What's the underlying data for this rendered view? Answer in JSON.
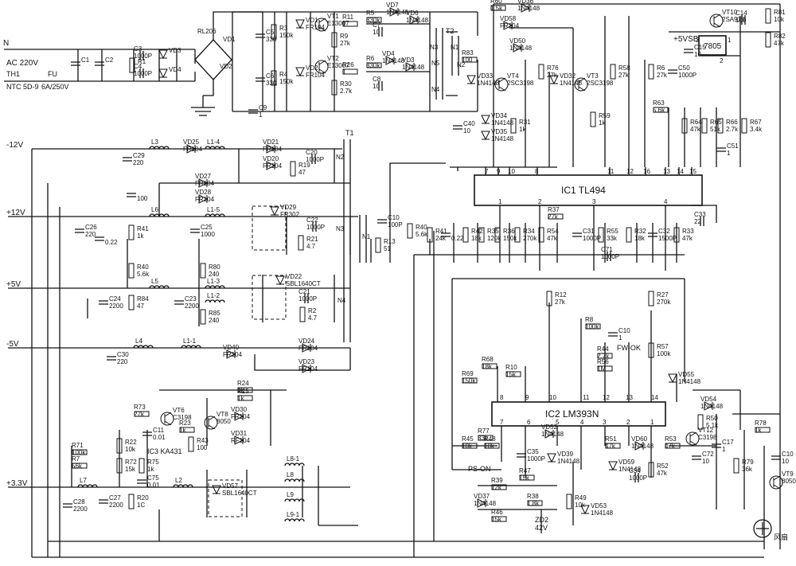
{
  "rails": {
    "n": "N",
    "ac": "AC 220V",
    "m12": "-12V",
    "p12": "+12V",
    "p5": "+5V",
    "m5": "-5V",
    "p33": "+3.3V",
    "p5vsb": "+5VSB"
  },
  "ics": {
    "ic1": "IC1 TL494",
    "ic2": "IC2 LM393N",
    "ic1_pins_top": [
      "7",
      "9",
      "10",
      "8",
      "11",
      "12",
      "16",
      "13",
      "14",
      "15"
    ],
    "ic1_pins_bot": [
      "1",
      "2",
      "3",
      "4"
    ],
    "ic2_pins_top": [
      "8",
      "9",
      "10",
      "11",
      "12",
      "13",
      "14"
    ],
    "ic2_pins_bot": [
      "7",
      "6",
      "5",
      "4",
      "3",
      "2",
      "1"
    ],
    "reg": "7805",
    "reg_pins": [
      "3",
      "1",
      "2"
    ],
    "ic3": "IC3 KA431"
  },
  "transformers": [
    "T1",
    "T2"
  ],
  "windings": {
    "t2": [
      "N3",
      "N5",
      "N1",
      "N2",
      "N4"
    ],
    "t1": [
      "N2",
      "N3",
      "N4",
      "N1"
    ]
  },
  "labels": {
    "th1": "TH1",
    "ntc": "NTC 5D-9",
    "fu": "FU",
    "fu_rating": "6A/250V",
    "fw_ok": "FW-OK",
    "ps_on": "PS-ON",
    "fan": "风扇",
    "zd2": "ZD2",
    "zd2_v": "42V"
  },
  "components": [
    {
      "id": "c1",
      "name": "C1"
    },
    {
      "id": "c2",
      "name": "C2"
    },
    {
      "id": "c3",
      "name": "C3",
      "value": "1000P"
    },
    {
      "id": "c4",
      "name": "C4",
      "value": "1000P"
    },
    {
      "id": "r1",
      "name": "R1"
    },
    {
      "id": "vd3",
      "name": "VD3"
    },
    {
      "id": "vd4",
      "name": "VD4"
    },
    {
      "id": "rl206",
      "name": "RL206"
    },
    {
      "id": "vd1br",
      "name": "VD1"
    },
    {
      "id": "vd2br",
      "name": "VD2"
    },
    {
      "id": "c5",
      "name": "C5",
      "value": "330"
    },
    {
      "id": "c6",
      "name": "C6",
      "value": "330"
    },
    {
      "id": "r3",
      "name": "R3",
      "value": "150k"
    },
    {
      "id": "r4",
      "name": "R4",
      "value": "150k"
    },
    {
      "id": "c9",
      "name": "C9",
      "value": "1"
    },
    {
      "id": "vd1",
      "name": "VD1",
      "value": "FR104"
    },
    {
      "id": "vd2",
      "name": "VD2",
      "value": "FR104"
    },
    {
      "id": "vt1",
      "name": "VT1",
      "value": "E13007"
    },
    {
      "id": "vt2",
      "name": "VT2",
      "value": "E13007"
    },
    {
      "id": "r9",
      "name": "R9",
      "value": "27k"
    },
    {
      "id": "r30",
      "name": "R30",
      "value": "2.7k"
    },
    {
      "id": "r11",
      "name": "R11",
      "value": "1"
    },
    {
      "id": "r26",
      "name": "R26",
      "value": "1"
    },
    {
      "id": "r5",
      "name": "R5",
      "value": "330k"
    },
    {
      "id": "r6",
      "name": "R6",
      "value": "330k"
    },
    {
      "id": "c7",
      "name": "C7",
      "value": "10"
    },
    {
      "id": "c8",
      "name": "C8",
      "value": "10"
    },
    {
      "id": "vd7",
      "name": "VD7",
      "value": "1N4148"
    },
    {
      "id": "vd6",
      "name": "VD6",
      "value": "1N4148"
    },
    {
      "id": "vd4b",
      "name": "VD4",
      "value": "1N4148"
    },
    {
      "id": "vd3b",
      "name": "VD3",
      "value": "1N4148"
    },
    {
      "id": "r83",
      "name": "R83",
      "value": "100"
    },
    {
      "id": "r60",
      "name": "R60",
      "value": "1.5k"
    },
    {
      "id": "vd36",
      "name": "VD36",
      "value": "1N4148"
    },
    {
      "id": "vd58",
      "name": "VD58",
      "value": "FR104"
    },
    {
      "id": "vd50",
      "name": "VD50",
      "value": "1N4148"
    },
    {
      "id": "vt4",
      "name": "VT4",
      "value": "2SC3198"
    },
    {
      "id": "vt3",
      "name": "VT3",
      "value": "2SC3198"
    },
    {
      "id": "vd33",
      "name": "VD33",
      "value": "1N4148"
    },
    {
      "id": "vd32",
      "name": "VD32",
      "value": "1N4148"
    },
    {
      "id": "r76",
      "name": "R76",
      "value": "27k"
    },
    {
      "id": "r58",
      "name": "R58",
      "value": "27k"
    },
    {
      "id": "r6b",
      "name": "R6",
      "value": "27k"
    },
    {
      "id": "c50",
      "name": "C50",
      "value": "1000P"
    },
    {
      "id": "vd34",
      "name": "VD34",
      "value": "1N4148"
    },
    {
      "id": "vd35",
      "name": "VD35",
      "value": "1N4148"
    },
    {
      "id": "r31",
      "name": "R31",
      "value": "1k"
    },
    {
      "id": "r59",
      "name": "R59",
      "value": "1k"
    },
    {
      "id": "c40",
      "name": "C40",
      "value": "10"
    },
    {
      "id": "vt10",
      "name": "VT10",
      "value": "2SA918"
    },
    {
      "id": "c14",
      "name": "C14",
      "value": "100"
    },
    {
      "id": "r81",
      "name": "R81",
      "value": "10k"
    },
    {
      "id": "r82",
      "name": "R82",
      "value": "47k"
    },
    {
      "id": "c15",
      "name": "C15",
      "value": "10"
    },
    {
      "id": "r63",
      "name": "R63",
      "value": "5.6k"
    },
    {
      "id": "r64",
      "name": "R64",
      "value": "47k"
    },
    {
      "id": "r65",
      "name": "R65",
      "value": "51k"
    },
    {
      "id": "r66",
      "name": "R66",
      "value": "2.7k"
    },
    {
      "id": "r67",
      "name": "R67",
      "value": "3.4k"
    },
    {
      "id": "c51",
      "name": "C51",
      "value": "1"
    },
    {
      "id": "l3",
      "name": "L3"
    },
    {
      "id": "vd25",
      "name": "VD25",
      "value": "FR104"
    },
    {
      "id": "l14",
      "name": "L1-4"
    },
    {
      "id": "vd21",
      "name": "VD21",
      "value": "FR104"
    },
    {
      "id": "vd20",
      "name": "VD20",
      "value": "FR104"
    },
    {
      "id": "c20",
      "name": "C20",
      "value": "1000P"
    },
    {
      "id": "r19",
      "name": "R19",
      "value": "47"
    },
    {
      "id": "c29",
      "name": "C29",
      "value": "220"
    },
    {
      "id": "vd27",
      "name": "VD27",
      "value": "FR104"
    },
    {
      "id": "vd28",
      "name": "VD28",
      "value": "FR104"
    },
    {
      "id": "c100",
      "name": "",
      "value": "100"
    },
    {
      "id": "vd29",
      "name": "VD29",
      "value": "FR302"
    },
    {
      "id": "l6",
      "name": "L6"
    },
    {
      "id": "l15",
      "name": "L1-5"
    },
    {
      "id": "c26",
      "name": "C26",
      "value": "220"
    },
    {
      "id": "r41",
      "name": "R41",
      "value": "1k"
    },
    {
      "id": "c022",
      "name": "",
      "value": "0.22"
    },
    {
      "id": "c25",
      "name": "C25",
      "value": "1000"
    },
    {
      "id": "c22",
      "name": "C22",
      "value": "1000P"
    },
    {
      "id": "r21",
      "name": "R21",
      "value": "4.7"
    },
    {
      "id": "r40",
      "name": "R40",
      "value": "5.6k"
    },
    {
      "id": "r84",
      "name": "R84",
      "value": "47"
    },
    {
      "id": "r80",
      "name": "R80",
      "value": "240"
    },
    {
      "id": "r85",
      "name": "R85",
      "value": "240"
    },
    {
      "id": "l5",
      "name": "L5"
    },
    {
      "id": "l13",
      "name": "L1-3"
    },
    {
      "id": "l12",
      "name": "L1-2"
    },
    {
      "id": "c24",
      "name": "C24",
      "value": "2200"
    },
    {
      "id": "c23",
      "name": "C23",
      "value": "2200"
    },
    {
      "id": "vd22",
      "name": "VD22",
      "value": "SBL1640CT"
    },
    {
      "id": "c21",
      "name": "C21",
      "value": "1000P"
    },
    {
      "id": "r2",
      "name": "R2",
      "value": "4.7"
    },
    {
      "id": "l4",
      "name": "L4"
    },
    {
      "id": "l11",
      "name": "L1-1"
    },
    {
      "id": "c30",
      "name": "C30",
      "value": "220"
    },
    {
      "id": "vd40",
      "name": "VD40",
      "value": "FR104"
    },
    {
      "id": "vd24",
      "name": "VD24",
      "value": "FR104"
    },
    {
      "id": "vd23",
      "name": "VD23",
      "value": "FR104"
    },
    {
      "id": "c10",
      "name": "C10",
      "value": "100P"
    },
    {
      "id": "r13",
      "name": "R13",
      "value": "51"
    },
    {
      "id": "r24",
      "name": "R24",
      "value": "1k"
    },
    {
      "id": "r25",
      "name": "R25",
      "value": "1k"
    },
    {
      "id": "r73",
      "name": "R73",
      "value": "27k"
    },
    {
      "id": "vt6",
      "name": "VT6",
      "value": "C3198"
    },
    {
      "id": "vt8",
      "name": "VT8",
      "value": "8050"
    },
    {
      "id": "vd30",
      "name": "VD30",
      "value": "FR104"
    },
    {
      "id": "vd31",
      "name": "VD31",
      "value": "RF104"
    },
    {
      "id": "c11",
      "name": "C11",
      "value": "0.01"
    },
    {
      "id": "r23",
      "name": "R23",
      "value": "1k"
    },
    {
      "id": "r43",
      "name": "R43",
      "value": "100"
    },
    {
      "id": "r22",
      "name": "R22",
      "value": "10k"
    },
    {
      "id": "r72",
      "name": "R72",
      "value": "15k"
    },
    {
      "id": "r75",
      "name": "R75",
      "value": "1k"
    },
    {
      "id": "c75",
      "name": "C75",
      "value": "0.01"
    },
    {
      "id": "r71",
      "name": "R71",
      "value": "100k"
    },
    {
      "id": "r7x",
      "name": "R7",
      "value": "56k"
    },
    {
      "id": "l7",
      "name": "L7"
    },
    {
      "id": "l2",
      "name": "L2"
    },
    {
      "id": "c28",
      "name": "C28",
      "value": "2200"
    },
    {
      "id": "c27",
      "name": "C27",
      "value": "2200"
    },
    {
      "id": "r20",
      "name": "R20",
      "value": "1C"
    },
    {
      "id": "vd57",
      "name": "VD57",
      "value": "SBL1640CT"
    },
    {
      "id": "l81",
      "name": "L8-1"
    },
    {
      "id": "l8",
      "name": "L8"
    },
    {
      "id": "l9",
      "name": "L9"
    },
    {
      "id": "l91",
      "name": "L9-1"
    },
    {
      "id": "r40b",
      "name": "R40",
      "value": "5.6k"
    },
    {
      "id": "r41b",
      "name": "R41",
      "value": "24k"
    },
    {
      "id": "c022b",
      "name": "",
      "value": "0.22"
    },
    {
      "id": "r42",
      "name": "R42",
      "value": "18k"
    },
    {
      "id": "r35",
      "name": "R35",
      "value": "120k"
    },
    {
      "id": "r36",
      "name": "R36",
      "value": "150k"
    },
    {
      "id": "r34",
      "name": "R34",
      "value": "270k"
    },
    {
      "id": "r37",
      "name": "R37",
      "value": "27k"
    },
    {
      "id": "r54",
      "name": "R54",
      "value": "47k"
    },
    {
      "id": "c31",
      "name": "C31",
      "value": "1000P"
    },
    {
      "id": "r55",
      "name": "R55",
      "value": "33k"
    },
    {
      "id": "r32",
      "name": "R32",
      "value": "18k"
    },
    {
      "id": "c32",
      "name": "C32",
      "value": "1500P"
    },
    {
      "id": "r33",
      "name": "R33",
      "value": "47k"
    },
    {
      "id": "c33",
      "name": "C33",
      "value": "22"
    },
    {
      "id": "c71",
      "name": "C71",
      "value": "1000P"
    },
    {
      "id": "r12",
      "name": "R12",
      "value": "27k"
    },
    {
      "id": "r27",
      "name": "R27",
      "value": "270k"
    },
    {
      "id": "r8",
      "name": "R8",
      "value": "100k"
    },
    {
      "id": "c10b",
      "name": "C10",
      "value": "1"
    },
    {
      "id": "r44",
      "name": "R44",
      "value": "2.7k"
    },
    {
      "id": "r56",
      "name": "R56",
      "value": "1M"
    },
    {
      "id": "r57",
      "name": "R57",
      "value": "100k"
    },
    {
      "id": "vd55",
      "name": "VD55",
      "value": "1N4148"
    },
    {
      "id": "r68",
      "name": "R68",
      "value": "18k"
    },
    {
      "id": "r69",
      "name": "R69",
      "value": "150k"
    },
    {
      "id": "r10",
      "name": "R10",
      "value": "15k"
    },
    {
      "id": "r77",
      "name": "R77",
      "value": "33k"
    },
    {
      "id": "r45",
      "name": "R45",
      "value": "10k"
    },
    {
      "id": "r48",
      "name": "R48",
      "value": "10k"
    },
    {
      "id": "vd52",
      "name": "VD52",
      "value": "1N4148"
    },
    {
      "id": "c35",
      "name": "C35",
      "value": "1000P"
    },
    {
      "id": "r47",
      "name": "R47",
      "value": "15k"
    },
    {
      "id": "vd39",
      "name": "VD39",
      "value": "1N4148"
    },
    {
      "id": "r39",
      "name": "R39",
      "value": "12k"
    },
    {
      "id": "r38",
      "name": "R38",
      "value": "1.8k"
    },
    {
      "id": "r49",
      "name": "R49",
      "value": "10k"
    },
    {
      "id": "vd37",
      "name": "VD37",
      "value": "1N4148"
    },
    {
      "id": "r46",
      "name": "R46",
      "value": "15k"
    },
    {
      "id": "vd53",
      "name": "VD53",
      "value": "1N4148"
    },
    {
      "id": "r51",
      "name": "R51",
      "value": "47k"
    },
    {
      "id": "vd60",
      "name": "VD60",
      "value": "1N4148"
    },
    {
      "id": "vd59",
      "name": "VD59",
      "value": "1N4148"
    },
    {
      "id": "r52",
      "name": "R52",
      "value": "47k"
    },
    {
      "id": "c34",
      "name": "C34",
      "value": "1000P"
    },
    {
      "id": "r53",
      "name": "R53",
      "value": "47k"
    },
    {
      "id": "c72",
      "name": "C72",
      "value": "10"
    },
    {
      "id": "vd54",
      "name": "VD54",
      "value": "1N4148"
    },
    {
      "id": "r50",
      "name": "R50",
      "value": "5.1k"
    },
    {
      "id": "vt12",
      "name": "VT12",
      "value": "C3198"
    },
    {
      "id": "c17",
      "name": "C17",
      "value": "1"
    },
    {
      "id": "r79",
      "name": "R79",
      "value": "36k"
    },
    {
      "id": "r78",
      "name": "R78",
      "value": "1k"
    },
    {
      "id": "c10c",
      "name": "C10",
      "value": "10"
    },
    {
      "id": "vt9",
      "name": "VT9",
      "value": "8050"
    }
  ]
}
